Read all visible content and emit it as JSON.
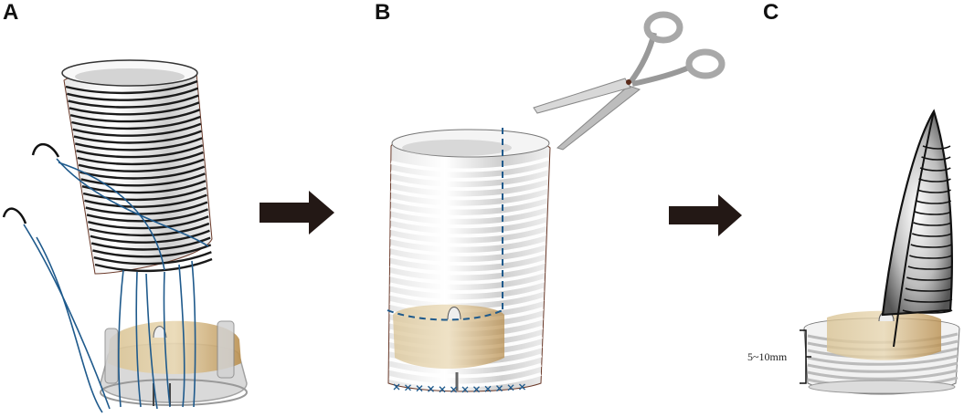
{
  "panels": {
    "a": {
      "label": "A"
    },
    "b": {
      "label": "B"
    },
    "c": {
      "label": "C"
    }
  },
  "measurement": {
    "text": "5~10mm"
  },
  "colors": {
    "graft_stroke": "#1a1a1a",
    "graft_fill": "#f4f4f4",
    "suture": "#1f5a8c",
    "cut_line": "#1f5a8c",
    "tissue": "#c9ad78",
    "arrow": "#231815",
    "ring": "#d8d8d8"
  },
  "icons": [
    "arrow-right-icon",
    "scissors-icon"
  ]
}
